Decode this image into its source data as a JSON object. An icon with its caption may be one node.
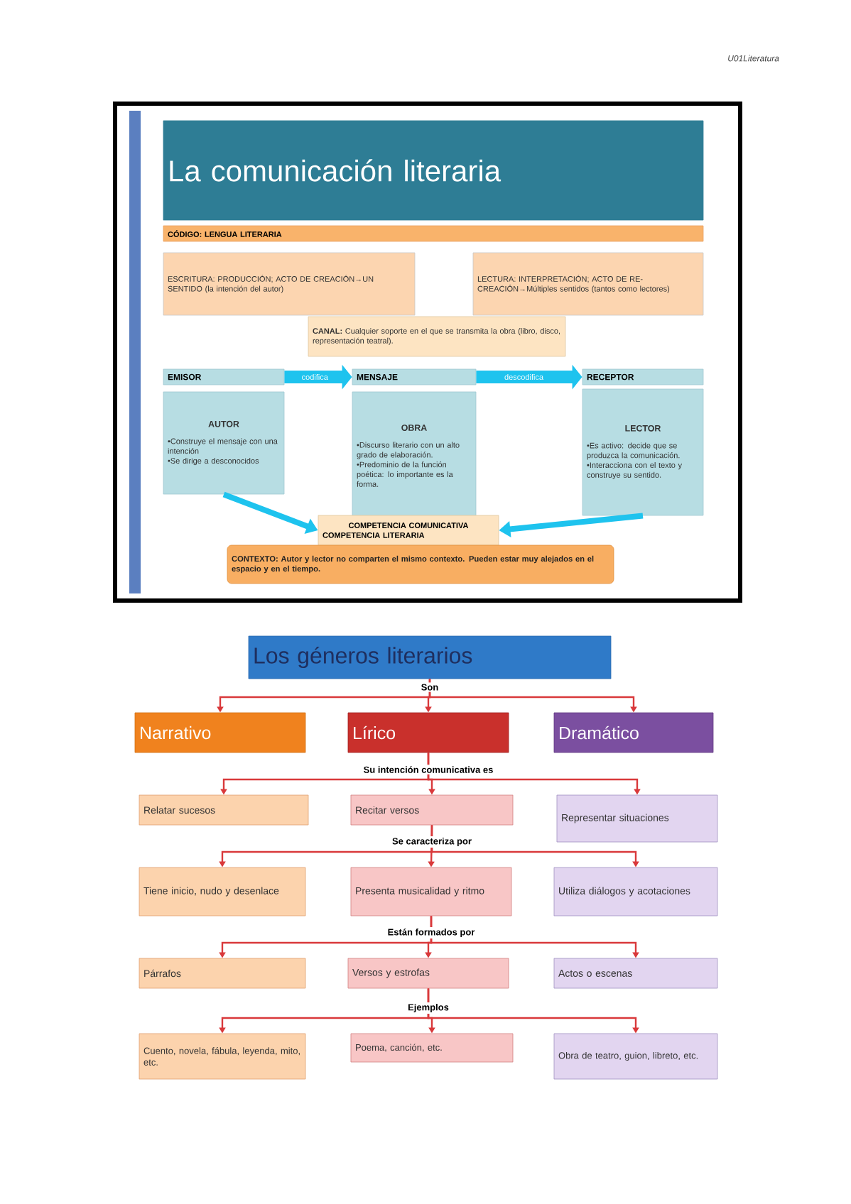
{
  "diagram": {
    "nodes": [
      {
        "text": [
          "La comunicación literaria"
        ]
      },
      {
        "text": [
          "CÓDIGO: LENGUA LITERARIA"
        ]
      },
      {
        "text": [
          "ESCRITURA: PRODUCCIÓN; ACTO DE CREACIÓN→UN SENTIDO (la intención del autor)"
        ]
      },
      {
        "text": [
          "LECTURA: INTERPRETACIÓN; ACTO DE RE-CREACIÓN→Múltiples sentidos (tantos como lectores)"
        ]
      },
      {
        "text": [
          "**CANAL:** Cualquier soporte en el que se transmita la obra (libro, disco, representación teatral)."
        ]
      },
      {
        "text": [
          "EMISOR"
        ]
      },
      {
        "text": [
          "AUTOR",
          "•Construye el mensaje con una intención",
          "•Se dirige a desconocidos"
        ]
      },
      {
        "text": [
          "MENSAJE"
        ]
      },
      {
        "text": [
          "OBRA",
          "•Discurso literario con un alto grado de elaboración.",
          "•Predominio de la función poética: lo importante es la forma."
        ]
      },
      {
        "text": [
          "RECEPTOR"
        ]
      },
      {
        "text": [
          "LECTOR",
          "•Es activo: decide que se produzca la comunicación.",
          "•Interacciona con el texto y construye su sentido."
        ]
      },
      {
        "text": [
          "COMPETENCIA COMUNICATIVA",
          "COMPETENCIA LITERARIA"
        ]
      },
      {
        "text": [
          "CONTEXTO: Autor y lector no comparten el mismo contexto. Pueden estar muy alejados en el espacio y en el tiempo."
        ]
      },
      {
        "text": [
          "Los géneros literarios"
        ]
      },
      {
        "text": [
          "Narrativo"
        ]
      },
      {
        "text": [
          "Lírico"
        ]
      },
      {
        "text": [
          "Dramático"
        ]
      },
      {
        "text": [
          "Relatar sucesos"
        ]
      },
      {
        "text": [
          "Recitar versos"
        ]
      },
      {
        "text": [
          "Representar situaciones"
        ]
      },
      {
        "text": [
          "Tiene inicio, nudo y desenlace"
        ]
      },
      {
        "text": [
          "Presenta musicalidad y ritmo"
        ]
      },
      {
        "text": [
          "Utiliza diálogos y acotaciones"
        ]
      },
      {
        "text": [
          "Párrafos"
        ]
      },
      {
        "text": [
          "Versos y estrofas"
        ]
      },
      {
        "text": [
          "Actos o escenas"
        ]
      },
      {
        "text": [
          "Cuento, novela, fábula, leyenda, mito, etc."
        ]
      },
      {
        "text": [
          "Poema, canción, etc."
        ]
      },
      {
        "text": [
          "Obra de teatro, guion, libreto, etc."
        ]
      }
    ],
    "edges": [
      {
        "from": 5,
        "to": 7,
        "arrow": "to",
        "label": "codifica",
        "style": "thick",
        "color": "#1ec3ee"
      },
      {
        "from": 7,
        "to": 9,
        "arrow": "to",
        "label": "descodifica",
        "style": "thick",
        "color": "#1ec3ee"
      },
      {
        "from": 6,
        "to": 11,
        "arrow": "to",
        "style": "thick",
        "color": "#1ec3ee"
      },
      {
        "from": 10,
        "to": 11,
        "arrow": "to",
        "style": "thick",
        "color": "#1ec3ee"
      },
      {
        "from": 13,
        "to": 14,
        "arrow": "to"
      },
      {
        "from": 13,
        "to": 15,
        "arrow": "to",
        "label": "Son"
      },
      {
        "from": 13,
        "to": 16,
        "arrow": "to"
      },
      {
        "from": 15,
        "to": 17,
        "arrow": "to"
      },
      {
        "from": 15,
        "to": 18,
        "arrow": "to",
        "label": "Su intención comunicativa es"
      },
      {
        "from": 15,
        "to": 19,
        "arrow": "to"
      },
      {
        "from": 18,
        "to": 20,
        "arrow": "to"
      },
      {
        "from": 18,
        "to": 21,
        "arrow": "to",
        "label": "Se caracteriza por"
      },
      {
        "from": 18,
        "to": 22,
        "arrow": "to"
      },
      {
        "from": 21,
        "to": 23,
        "arrow": "to"
      },
      {
        "from": 21,
        "to": 24,
        "arrow": "to",
        "label": "Están formados por"
      },
      {
        "from": 21,
        "to": 25,
        "arrow": "to"
      },
      {
        "from": 24,
        "to": 26,
        "arrow": "to"
      },
      {
        "from": 24,
        "to": 27,
        "arrow": "to",
        "label": "Ejemplos"
      },
      {
        "from": 24,
        "to": 28,
        "arrow": "to"
      }
    ],
    "labels": [
      "U01Literatura"
    ]
  }
}
